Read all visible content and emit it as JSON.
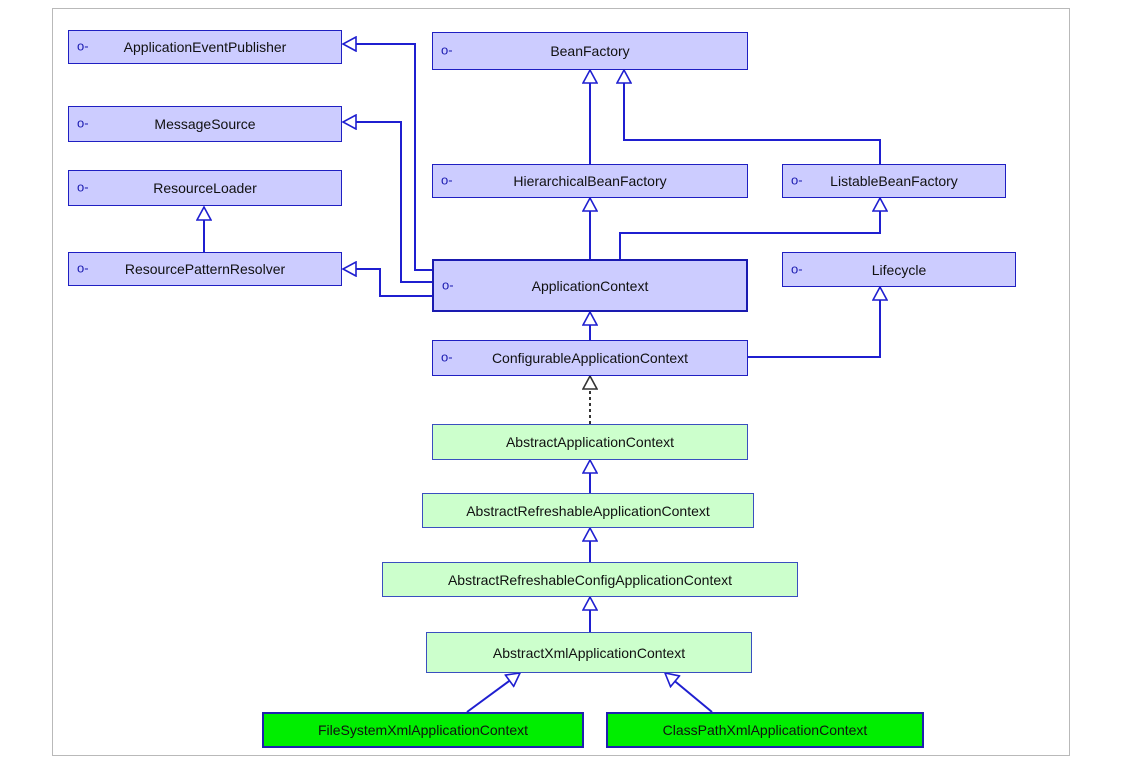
{
  "nodes": {
    "application_event_publisher": "ApplicationEventPublisher",
    "message_source": "MessageSource",
    "resource_loader": "ResourceLoader",
    "resource_pattern_resolver": "ResourcePatternResolver",
    "bean_factory": "BeanFactory",
    "hierarchical_bean_factory": "HierarchicalBeanFactory",
    "listable_bean_factory": "ListableBeanFactory",
    "application_context": "ApplicationContext",
    "lifecycle": "Lifecycle",
    "configurable_application_context": "ConfigurableApplicationContext",
    "abstract_application_context": "AbstractApplicationContext",
    "abstract_refreshable_application_context": "AbstractRefreshableApplicationContext",
    "abstract_refreshable_config_application_context": "AbstractRefreshableConfigApplicationContext",
    "abstract_xml_application_context": "AbstractXmlApplicationContext",
    "file_system_xml_application_context": "FileSystemXmlApplicationContext",
    "class_path_xml_application_context": "ClassPathXmlApplicationContext"
  },
  "interface_marker": "o-",
  "colors": {
    "interface_fill": "#ccccff",
    "abstract_fill": "#ccffcc",
    "concrete_fill": "#00ee00",
    "edge": "#1f1fd0",
    "realization_edge": "#333333"
  }
}
